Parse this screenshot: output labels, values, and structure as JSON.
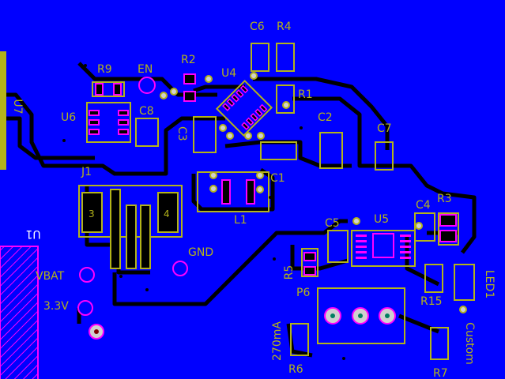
{
  "colors": {
    "copper": "#0000ff",
    "track": "#000000",
    "silk": "#b3b31a",
    "pad": "#ff00ff",
    "via": "#b3b31a",
    "hole": "#d0d0d0"
  },
  "labels": {
    "u7": "U7",
    "r9": "R9",
    "en": "EN",
    "r2": "R2",
    "u4": "U4",
    "c6": "C6",
    "r4": "R4",
    "r1": "R1",
    "u6": "U6",
    "c8": "C8",
    "c3": "C3",
    "c2": "C2",
    "c7": "C7",
    "j1": "J1",
    "c1": "C1",
    "l1": "L1",
    "c4": "C4",
    "r3": "R3",
    "u1": "U1",
    "gnd": "GND",
    "c5": "C5",
    "u5": "U5",
    "r5": "R5",
    "vbat": "VBAT",
    "led1": "LED1",
    "p6": "P6",
    "v33": "3.3V",
    "r15": "R15",
    "ma270": "270mA",
    "custom": "Custom",
    "r6": "R6",
    "r7": "R7",
    "j1pin3": "3",
    "j1pin4": "4"
  }
}
